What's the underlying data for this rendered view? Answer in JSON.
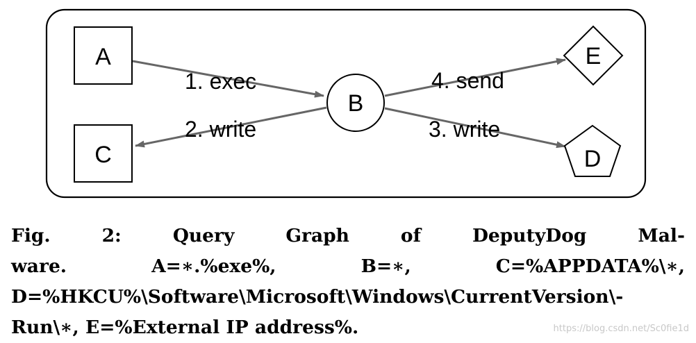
{
  "diagram": {
    "nodes": [
      {
        "id": "A",
        "label": "A",
        "shape": "square"
      },
      {
        "id": "C",
        "label": "C",
        "shape": "square"
      },
      {
        "id": "B",
        "label": "B",
        "shape": "circle"
      },
      {
        "id": "E",
        "label": "E",
        "shape": "diamond"
      },
      {
        "id": "D",
        "label": "D",
        "shape": "pentagon"
      }
    ],
    "edges": [
      {
        "from": "A",
        "to": "B",
        "label": "1. exec"
      },
      {
        "from": "B",
        "to": "C",
        "label": "2. write"
      },
      {
        "from": "B",
        "to": "D",
        "label": "3. write"
      },
      {
        "from": "B",
        "to": "E",
        "label": "4. send"
      }
    ],
    "colors": {
      "edge": "#666666",
      "border": "#000000"
    }
  },
  "caption": {
    "line1": [
      "Fig.",
      "2:",
      "Query",
      "Graph",
      "of",
      "DeputyDog",
      "Mal-"
    ],
    "line2": [
      "ware.",
      "A=∗.%exe%,",
      "B=∗,",
      "C=%APPDATA%\\∗,"
    ],
    "line3": [
      "D=%HKCU%\\Software\\Microsoft\\Windows\\CurrentVersion\\-"
    ],
    "line4": [
      "Run\\∗, E=%External IP address%."
    ]
  },
  "watermark": "https://blog.csdn.net/Sc0fie1d"
}
